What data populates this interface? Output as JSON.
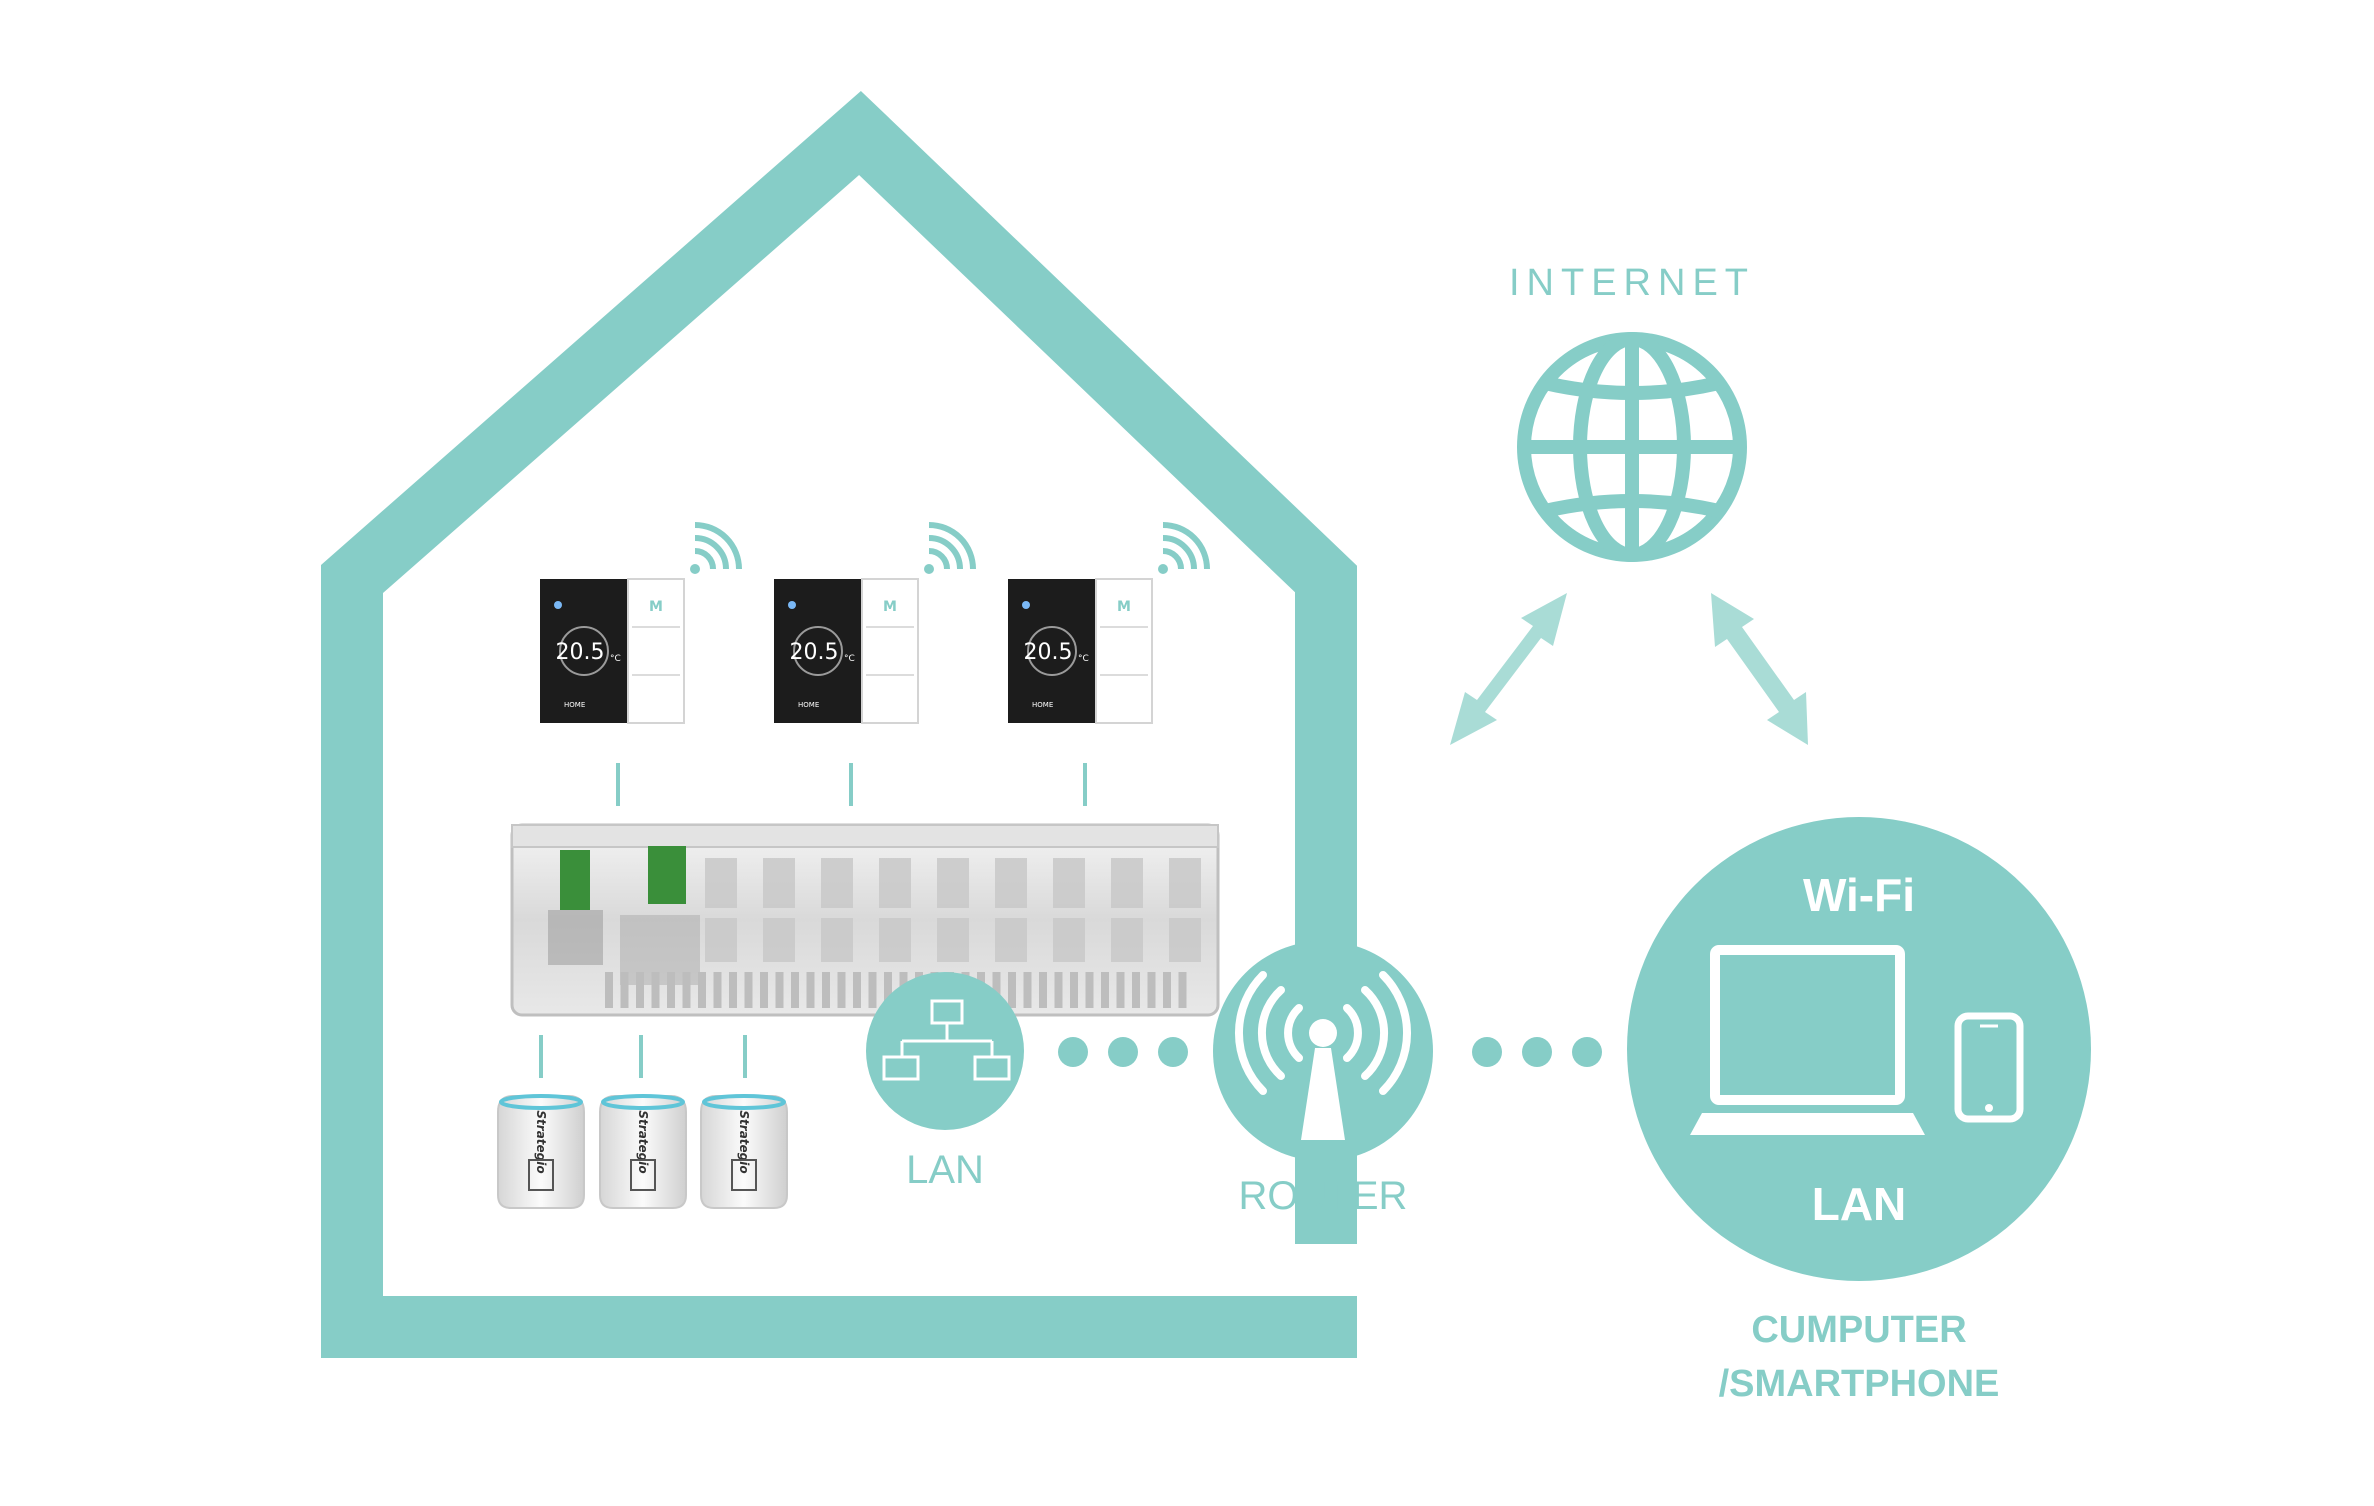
{
  "labels": {
    "internet": "INTERNET",
    "lan_hub": "LAN",
    "router": "ROUTER",
    "wifi": "Wi-Fi",
    "lan_device": "LAN",
    "computer_line1": "CUMPUTER",
    "computer_line2": "/SMARTPHONE"
  },
  "thermostat": {
    "temperature": "20.5",
    "unit": "°C",
    "mode": "HOME",
    "count": 3
  },
  "actuator": {
    "brand": "Strategio",
    "count": 3
  },
  "colors": {
    "accent": "#86cdc7",
    "thermostat_screen": "#1c1c1c",
    "background": "#ffffff"
  },
  "icons": [
    "house-outline",
    "wifi-signal-icon",
    "globe-icon",
    "bidirectional-arrow-icon",
    "network-icon",
    "router-antenna-icon",
    "laptop-icon",
    "smartphone-icon"
  ]
}
